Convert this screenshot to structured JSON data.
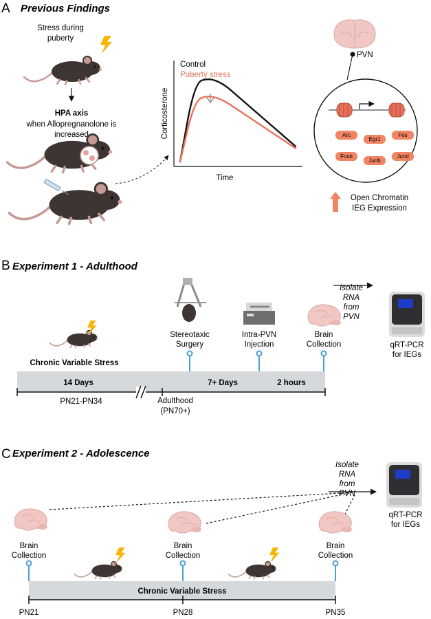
{
  "panel_a": {
    "letter": "A",
    "title": "Previous Findings",
    "stress_label": [
      "Stress during",
      "puberty"
    ],
    "hpa_title": "HPA axis",
    "hpa_sub": [
      "when Allopregnanolone is",
      "increased"
    ],
    "chart_data": {
      "type": "line",
      "title": "",
      "xlabel": "Time",
      "ylabel": "Corticosterone",
      "series": [
        {
          "name": "Control",
          "color": "#111111",
          "values": [
            2,
            84,
            89,
            83,
            70,
            57,
            44,
            31,
            18
          ]
        },
        {
          "name": "Puberty stress",
          "color": "#e8705a",
          "values": [
            2,
            66,
            71,
            66,
            56,
            46,
            36,
            26,
            16
          ]
        }
      ],
      "x": [
        0,
        1,
        2,
        3,
        4,
        5,
        6,
        7,
        8
      ],
      "ylim": [
        0,
        100
      ],
      "grid": false,
      "legend": "top-left"
    },
    "pvn_label": "PVN",
    "genes": [
      "Arc",
      "Egr1",
      "Fos",
      "Fosb",
      "Junb",
      "Jund"
    ],
    "result": [
      "Open Chromatin",
      "IEG Expression"
    ]
  },
  "panel_b": {
    "letter": "B",
    "title": "Experiment 1 - Adulthood",
    "cvs_label": "Chronic Variable Stress",
    "surgery": [
      "Stereotaxic",
      "Surgery"
    ],
    "injection": [
      "Intra-PVN",
      "Injection"
    ],
    "collection": [
      "Brain",
      "Collection"
    ],
    "isolate": [
      "Isolate",
      "RNA",
      "from",
      "PVN"
    ],
    "qpcr": [
      "qRT-PCR",
      "for IEGs"
    ],
    "bar_segments": [
      "14 Days",
      "7+ Days",
      "2 hours"
    ],
    "tick_labels": [
      "PN21-PN34"
    ],
    "adulthood": [
      "Adulthood",
      "(PN70+)"
    ]
  },
  "panel_c": {
    "letter": "C",
    "title": "Experiment 2 - Adolescence",
    "collection": [
      "Brain",
      "Collection"
    ],
    "isolate": [
      "Isolate",
      "RNA",
      "from",
      "PVN"
    ],
    "qpcr": [
      "qRT-PCR",
      "for IEGs"
    ],
    "bar_label": "Chronic Variable Stress",
    "ticks": [
      "PN21",
      "PN28",
      "PN35"
    ]
  },
  "colors": {
    "orange": "#e8705a",
    "bar": "#d6d9db",
    "marker": "#4a9fd4",
    "lightning": "#f5b50a",
    "mouse": "#3d3531",
    "brain": "#f1c7c4"
  }
}
